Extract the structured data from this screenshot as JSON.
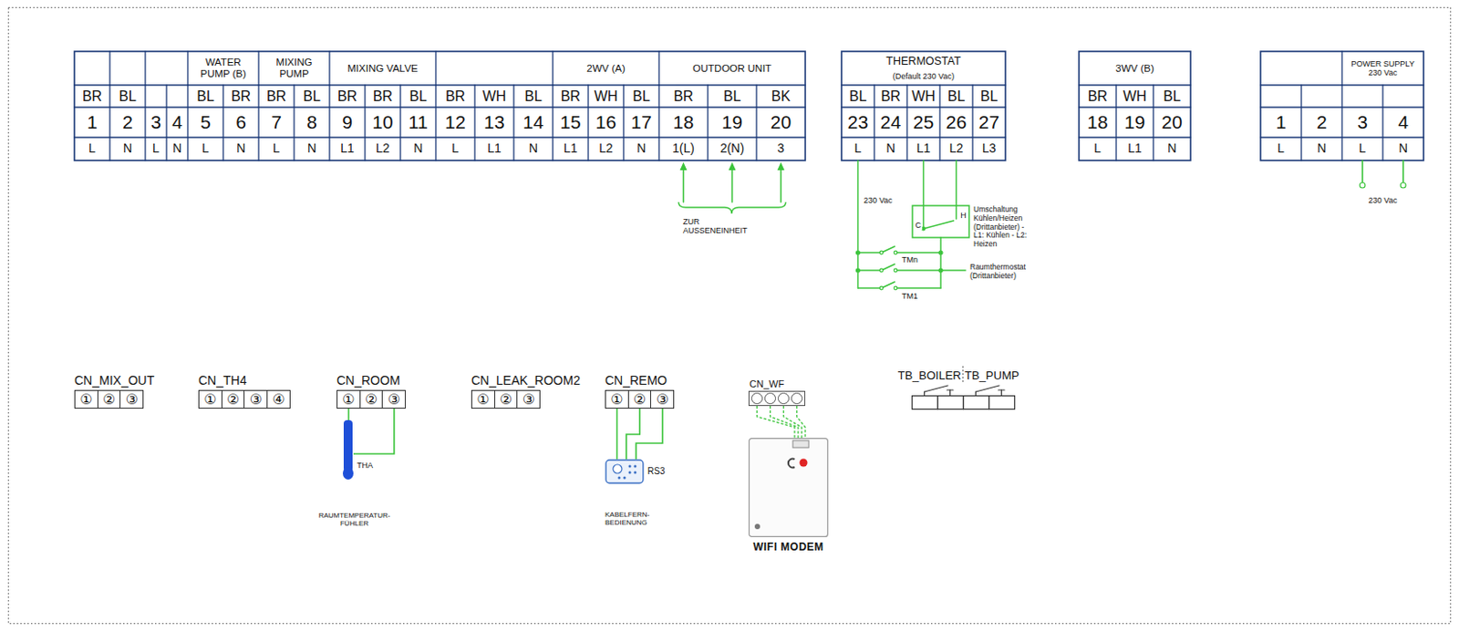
{
  "diagram": {
    "nodes": [
      {
        "text": [
          "CN_MIX_OUT",
          "①",
          "②",
          "③"
        ]
      },
      {
        "text": [
          "CN_TH4",
          "①",
          "②",
          "③",
          "④"
        ]
      },
      {
        "text": [
          "CN_ROOM",
          "①",
          "②",
          "③"
        ]
      },
      {
        "text": [
          "CN_LEAK_ROOM2",
          "①",
          "②",
          "③"
        ]
      },
      {
        "text": [
          "CN_REMO",
          "①",
          "②",
          "③"
        ]
      },
      {
        "text": [
          "CN_WF"
        ]
      },
      {
        "text": [
          "THA",
          "RAUMTEMPERATUR- FÜHLER"
        ]
      },
      {
        "text": [
          "RS3",
          "KABELFERN- BEDIENUNG"
        ]
      },
      {
        "text": [
          "WIFI MODEM"
        ]
      },
      {
        "text": [
          "TB_BOILER"
        ]
      },
      {
        "text": [
          "TB_PUMP"
        ]
      }
    ],
    "edges": [
      {
        "from": 2,
        "to": 6,
        "arrow": "none"
      },
      {
        "from": 2,
        "to": 6,
        "arrow": "none"
      },
      {
        "from": 4,
        "to": 7,
        "arrow": "none"
      },
      {
        "from": 4,
        "to": 7,
        "arrow": "none"
      },
      {
        "from": 4,
        "to": 7,
        "arrow": "none"
      },
      {
        "from": 5,
        "to": 8,
        "arrow": "none"
      },
      {
        "from": 5,
        "to": 8,
        "arrow": "none"
      },
      {
        "from": 5,
        "to": 8,
        "arrow": "none"
      },
      {
        "from": 5,
        "to": 8,
        "arrow": "none"
      }
    ],
    "labels": [
      "WATER PUMP (B)",
      "MIXING PUMP",
      "MIXING VALVE",
      "2WV (A)",
      "OUTDOOR UNIT",
      "BR",
      "BL",
      "BL",
      "BR",
      "BR",
      "BL",
      "BR",
      "BR",
      "BL",
      "BR",
      "WH",
      "BL",
      "BR",
      "WH",
      "BL",
      "BR",
      "BL",
      "BK",
      "1",
      "2",
      "3",
      "4",
      "5",
      "6",
      "7",
      "8",
      "9",
      "10",
      "11",
      "12",
      "13",
      "14",
      "15",
      "16",
      "17",
      "18",
      "19",
      "20",
      "L",
      "N",
      "L",
      "N",
      "L",
      "N",
      "L",
      "N",
      "L1",
      "L2",
      "N",
      "L",
      "L1",
      "N",
      "L1",
      "L2",
      "N",
      "1(L)",
      "2(N)",
      "3",
      "THERMOSTAT",
      "(Default 230 Vac)",
      "BL",
      "BR",
      "WH",
      "BL",
      "BL",
      "23",
      "24",
      "25",
      "26",
      "27",
      "L",
      "N",
      "L1",
      "L2",
      "L3",
      "3WV (B)",
      "BR",
      "WH",
      "BL",
      "18",
      "19",
      "20",
      "L",
      "L1",
      "N",
      "POWER SUPPLY 230 Vac",
      "1",
      "2",
      "3",
      "4",
      "L",
      "N",
      "L",
      "N",
      "ZUR AUSSENEINHEIT",
      "230 Vac",
      "C",
      "H",
      "Umschaltung Kühlen/Heizen (Drittanbieter) - L1: Kühlen - L2: Heizen",
      "TMn",
      "Raumthermostat (Drittanbieter)",
      "TM1",
      "230 Vac"
    ]
  }
}
